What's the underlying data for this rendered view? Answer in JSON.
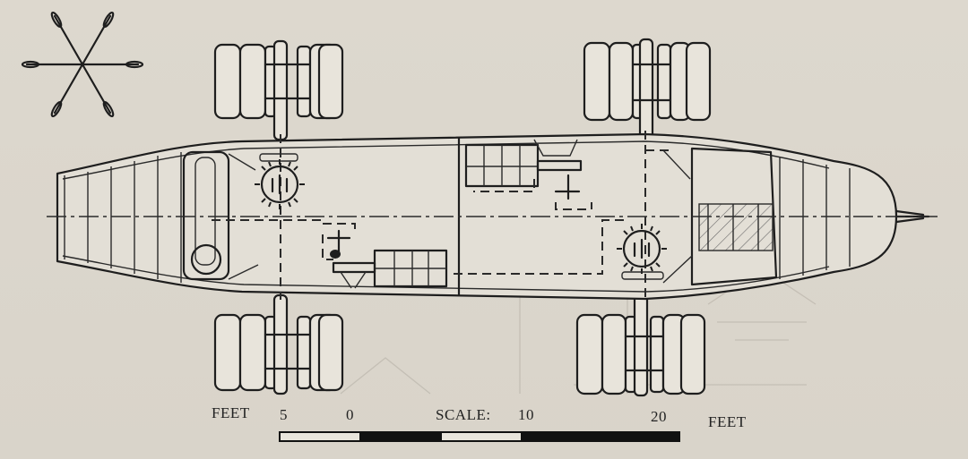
{
  "scale": {
    "left_unit": "FEET",
    "right_unit": "FEET",
    "caption": "SCALE:",
    "ticks": [
      "5",
      "0",
      "10",
      "20"
    ]
  },
  "colors": {
    "paper": "#dcd7cd",
    "ink": "#1e1e1e"
  },
  "icons": [
    "compass-rose-icon",
    "steering-wheel-icon"
  ]
}
